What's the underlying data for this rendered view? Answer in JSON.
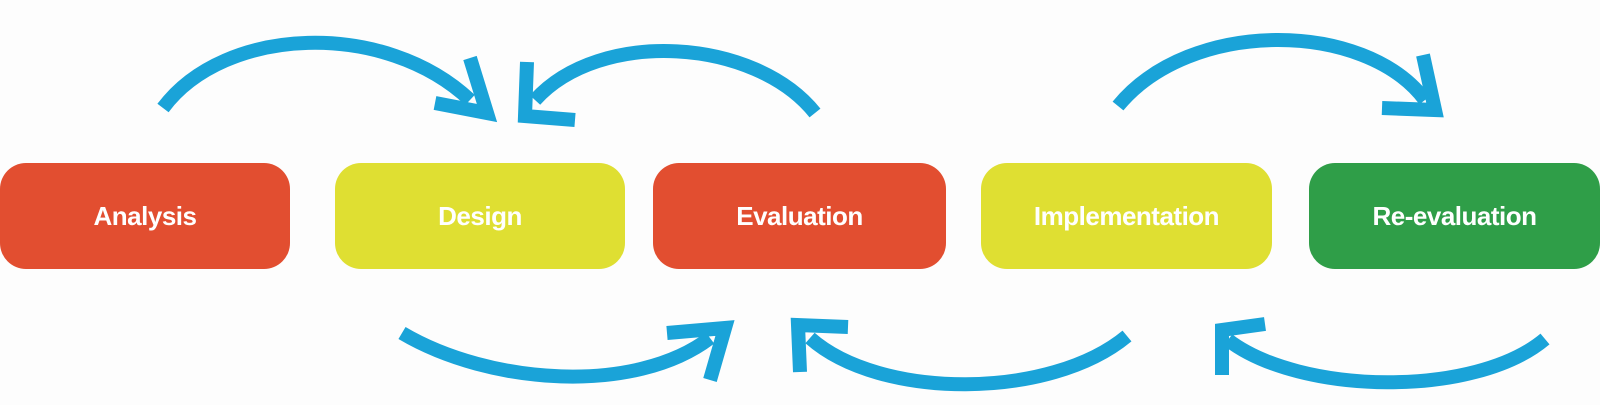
{
  "diagram": {
    "stages": [
      {
        "id": "analysis",
        "label": "Analysis",
        "color": "#e24e30"
      },
      {
        "id": "design",
        "label": "Design",
        "color": "#dfdf32"
      },
      {
        "id": "evaluation",
        "label": "Evaluation",
        "color": "#e24e30"
      },
      {
        "id": "implementation",
        "label": "Implementation",
        "color": "#dfdf32"
      },
      {
        "id": "re-evaluation",
        "label": "Re-evaluation",
        "color": "#2f9e48"
      }
    ],
    "arrows": [
      {
        "from": "analysis",
        "to": "design",
        "position": "top"
      },
      {
        "from": "evaluation",
        "to": "design",
        "position": "top"
      },
      {
        "from": "implementation",
        "to": "re-evaluation",
        "position": "top"
      },
      {
        "from": "design",
        "to": "evaluation",
        "position": "bottom"
      },
      {
        "from": "implementation",
        "to": "evaluation",
        "position": "bottom"
      },
      {
        "from": "re-evaluation",
        "to": "implementation",
        "position": "bottom"
      }
    ],
    "arrow_color": "#1aa3d8"
  }
}
